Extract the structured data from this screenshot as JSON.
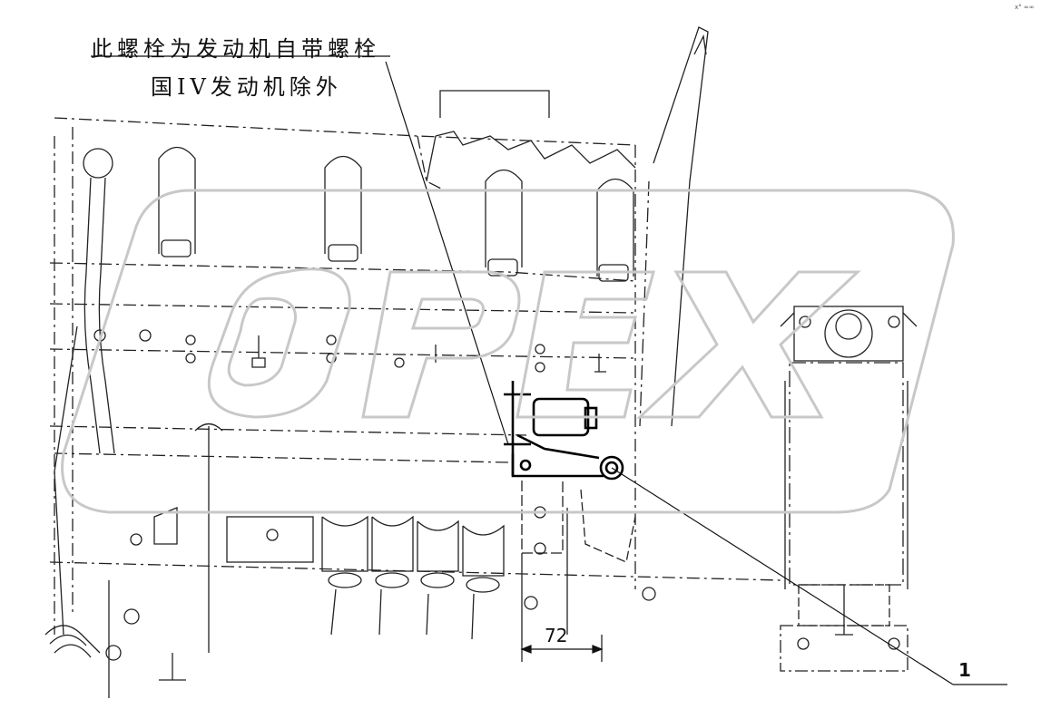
{
  "annotation": {
    "line1": "此螺栓为发动机自带螺栓",
    "line2": "国IV发动机除外"
  },
  "dimension": {
    "value": "72"
  },
  "callouts": [
    {
      "number": "1"
    }
  ],
  "watermark": {
    "text": "OPEX"
  },
  "corner_mark": "x° ∞∞",
  "colors": {
    "line": "#111111",
    "watermark": "#c8c8c8",
    "background": "#ffffff"
  }
}
